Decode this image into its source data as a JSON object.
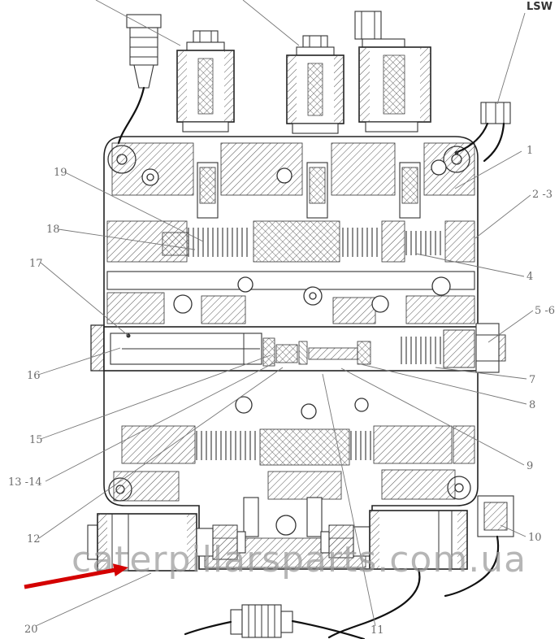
{
  "watermark": "caterpillarsparts.com.ua",
  "labels": {
    "lsw": "LSW",
    "n1": "1",
    "n2_3": "2 -3",
    "n4": "4",
    "n5_6": "5 -6",
    "n7": "7",
    "n8": "8",
    "n9": "9",
    "n10": "10",
    "n11": "11",
    "n12": "12",
    "n13_14": "13 -14",
    "n15": "15",
    "n16": "16",
    "n17": "17",
    "n18": "18",
    "n19": "19",
    "n20": "20"
  },
  "colors": {
    "arrow": "#d40000",
    "line": "#222",
    "watermark_gray": "#9a9a9a"
  }
}
